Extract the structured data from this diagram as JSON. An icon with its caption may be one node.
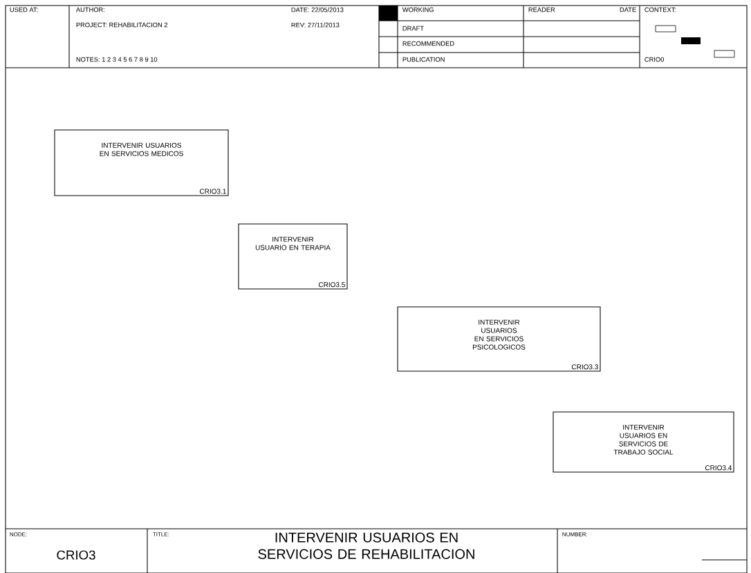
{
  "diagram": {
    "title": "INTERVENIR USUARIOS EN SERVICIOS DE REHABILITACION",
    "nodes": [
      {
        "text": [
          "INTERVENIR USUARIOS EN SERVICIOS MEDICOS",
          "CRIO3.1"
        ]
      },
      {
        "text": [
          "INTERVENIR USUARIO EN TERAPIA",
          "CRIO3.5"
        ]
      },
      {
        "text": [
          "INTERVENIR USUARIOS EN SERVICIOS PSICOLOGICOS",
          "CRIO3.3"
        ]
      },
      {
        "text": [
          "INTERVENIR USUARIOS EN SERVICIOS DE TRABAJO SOCIAL",
          "CRIO3.4"
        ]
      }
    ],
    "labels": [
      "USED AT:",
      "AUTHOR:",
      "DATE: 22/05/2013",
      "WORKING",
      "READER",
      "DATE",
      "CONTEXT:",
      "PROJECT: REHABILITACION 2",
      "REV: 27/11/2013",
      "DRAFT",
      "RECOMMENDED",
      "NOTES: 1 2 3 4 5 6 7 8 9 10",
      "PUBLICATION",
      "CRIO0",
      "NODE:",
      "TITLE:",
      "NUMBER:",
      "CRIO3"
    ]
  }
}
